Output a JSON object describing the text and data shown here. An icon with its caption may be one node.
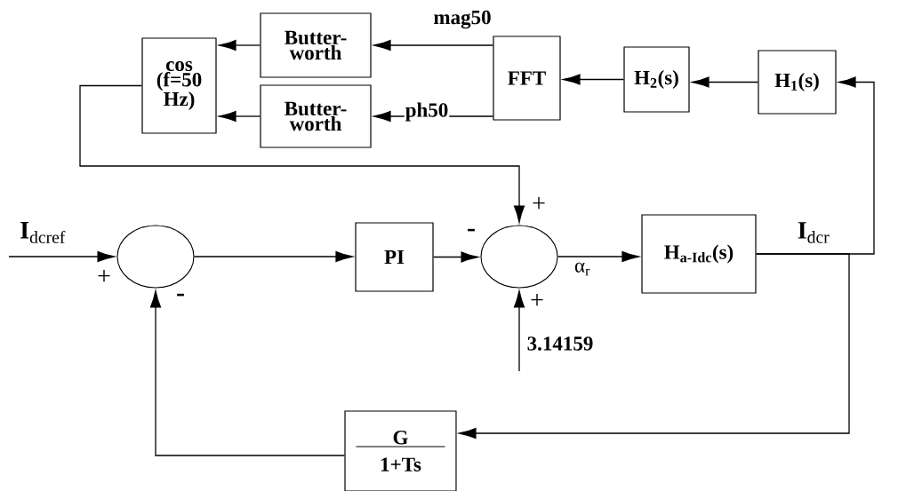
{
  "diagram": {
    "nodes": [
      {
        "text": [
          "cos (f=50 Hz)"
        ]
      },
      {
        "text": [
          "Butter- worth"
        ]
      },
      {
        "text": [
          "Butter- worth"
        ]
      },
      {
        "text": [
          "FFT"
        ]
      },
      {
        "text": [
          "H$_{2}$(s)"
        ]
      },
      {
        "text": [
          "H$_{1}$(s)"
        ]
      },
      {
        "text": [],
        "shape": "circle"
      },
      {
        "text": [
          "PI"
        ]
      },
      {
        "text": [],
        "shape": "circle"
      },
      {
        "text": [
          "H$_{a-Idc}$(s)"
        ]
      },
      {
        "text": [
          "G",
          "1+Ts"
        ]
      }
    ],
    "edges": [
      {
        "from": 1,
        "to": 0,
        "arrow": "to"
      },
      {
        "from": 2,
        "to": 0,
        "arrow": "to"
      },
      {
        "from": 3,
        "to": 1,
        "arrow": "to",
        "label": "mag50"
      },
      {
        "from": 3,
        "to": 2,
        "arrow": "to",
        "label": "ph50"
      },
      {
        "from": 4,
        "to": 3,
        "arrow": "to"
      },
      {
        "from": 5,
        "to": 4,
        "arrow": "to"
      },
      {
        "from": 9,
        "to": 5,
        "arrow": "to"
      },
      {
        "from": 9,
        "to": 10,
        "arrow": "to"
      },
      {
        "from": 10,
        "to": 6,
        "arrow": "to"
      },
      {
        "from": 0,
        "to": 8,
        "arrow": "to"
      },
      {
        "from": null,
        "to": 6,
        "arrow": "to"
      },
      {
        "from": 6,
        "to": 7,
        "arrow": "to"
      },
      {
        "from": 7,
        "to": 8,
        "arrow": "to"
      },
      {
        "from": 8,
        "to": 9,
        "arrow": "to",
        "label": "α$_{r}$"
      },
      {
        "from": null,
        "to": 8,
        "arrow": "to"
      }
    ],
    "labels": [
      "+",
      "**I**$_{dcref}$",
      "**I**$_{dcr}$",
      "-",
      "+",
      "-",
      "+",
      "3.14159"
    ]
  }
}
